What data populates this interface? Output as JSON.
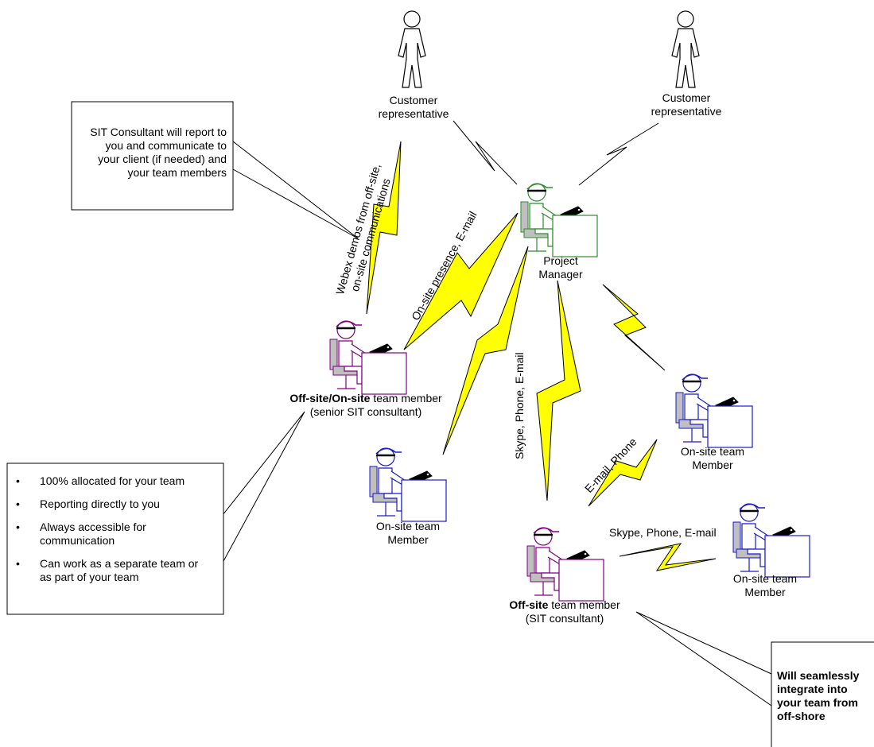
{
  "colors": {
    "bolt": "#ffff00",
    "pm": "#2e8b2e",
    "offsite": "#800080",
    "onsite": "#1a1ac8",
    "chair": "#bfbfbf",
    "line": "#000000"
  },
  "actors": {
    "customer_left": {
      "label": "Customer\nrepresentative"
    },
    "customer_right": {
      "label": "Customer\nrepresentative"
    }
  },
  "people": {
    "project_manager": {
      "label": "Project\nManager"
    },
    "senior_consultant": {
      "bold": "Off-site/On-site",
      "rest": " team member",
      "line2": "(senior SIT consultant)"
    },
    "onsite_left": {
      "label": "On-site team\nMember"
    },
    "onsite_right": {
      "label": "On-site team\nMember"
    },
    "onsite_bottom": {
      "label": "On-site team\nMember"
    },
    "offsite_consultant": {
      "bold": "Off-site",
      "rest": " team member",
      "line2": "(SIT consultant)"
    }
  },
  "links": {
    "webex": {
      "line1": "Webex demos from off-site,",
      "line2": "on-site communications"
    },
    "onsite_email": "On-site presence, E-mail",
    "skype_vertical": "Skype, Phone, E-mail",
    "email_phone": "E-mail, Phone",
    "skype_horizontal": "Skype, Phone, E-mail"
  },
  "callouts": {
    "top_left": "SIT Consultant will report to\nyou and communicate to\nyour client (if needed) and\nyour team members",
    "bottom_left": [
      "100% allocated for your team",
      "Reporting directly to you",
      "Always accessible for\ncommunication",
      "Can work as a separate team or\nas part of your team"
    ],
    "bottom_right": "Will seamlessly\nintegrate into\nyour team from\noff-shore"
  }
}
